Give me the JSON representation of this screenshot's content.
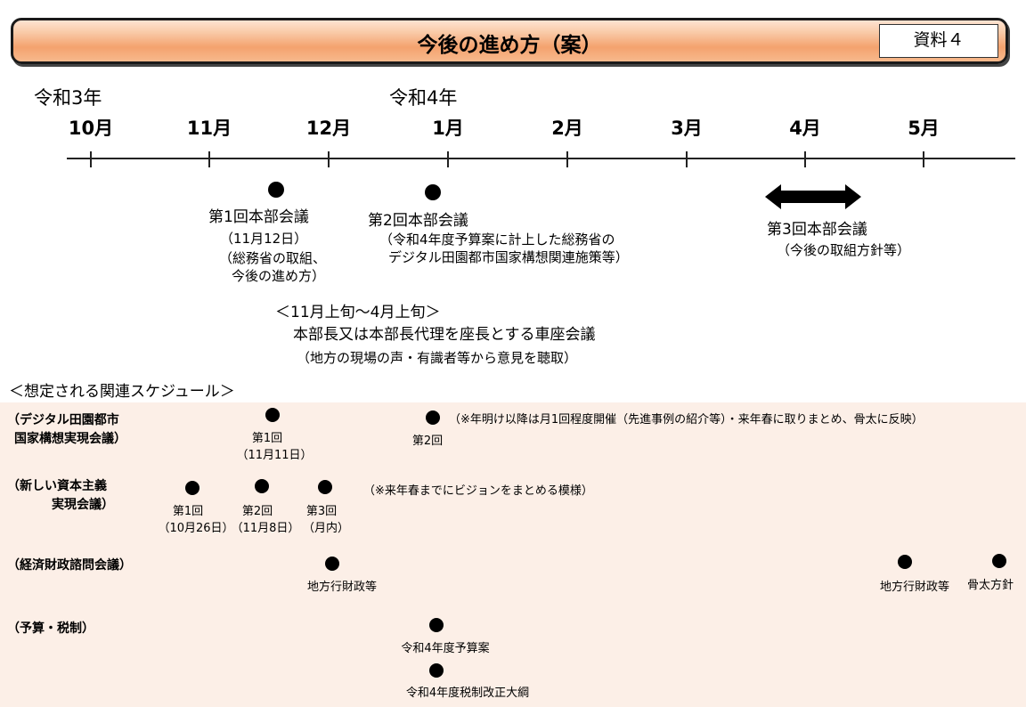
{
  "header": {
    "title": "今後の進め方（案）",
    "doc_label": "資料４"
  },
  "timeline": {
    "years": [
      "令和3年",
      "令和4年"
    ],
    "months": [
      "10月",
      "11月",
      "12月",
      "1月",
      "2月",
      "3月",
      "4月",
      "5月"
    ]
  },
  "events": {
    "m1": {
      "title": "第1回本部会議",
      "date": "（11月12日）",
      "note1": "（総務省の取組、",
      "note2": "今後の進め方）"
    },
    "m2": {
      "title": "第2回本部会議",
      "note1": "（令和4年度予算案に計上した総務省の",
      "note2": "デジタル田園都市国家構想関連施策等）"
    },
    "m3": {
      "title": "第3回本部会議",
      "note1": "（今後の取組方針等）"
    }
  },
  "caravan": {
    "period": "＜11月上旬～4月上旬＞",
    "title": "本部長又は本部長代理を座長とする車座会議",
    "note": "（地方の現場の声・有識者等から意見を聴取）"
  },
  "related": {
    "heading": "＜想定される関連スケジュール＞",
    "digital": {
      "label1": "（デジタル田園都市",
      "label2": "国家構想実現会議）",
      "first": "第1回",
      "first_date": "（11月11日）",
      "second": "第2回",
      "note": "（※年明け以降は月1回程度開催（先進事例の紹介等）・来年春に取りまとめ、骨太に反映）"
    },
    "capitalism": {
      "label1": "（新しい資本主義",
      "label2": "実現会議）",
      "first": "第1回",
      "first_date": "（10月26日）",
      "second": "第2回",
      "second_date": "（11月8日）",
      "third": "第3回",
      "third_date": "（月内）",
      "note": "（※来年春までにビジョンをまとめる模様）"
    },
    "economic": {
      "label": "（経済財政諮問会議）",
      "e1": "地方行財政等",
      "e2": "地方行財政等",
      "e3": "骨太方針"
    },
    "budget": {
      "label": "（予算・税制）",
      "e1": "令和4年度予算案",
      "e2": "令和4年度税制改正大綱"
    }
  }
}
